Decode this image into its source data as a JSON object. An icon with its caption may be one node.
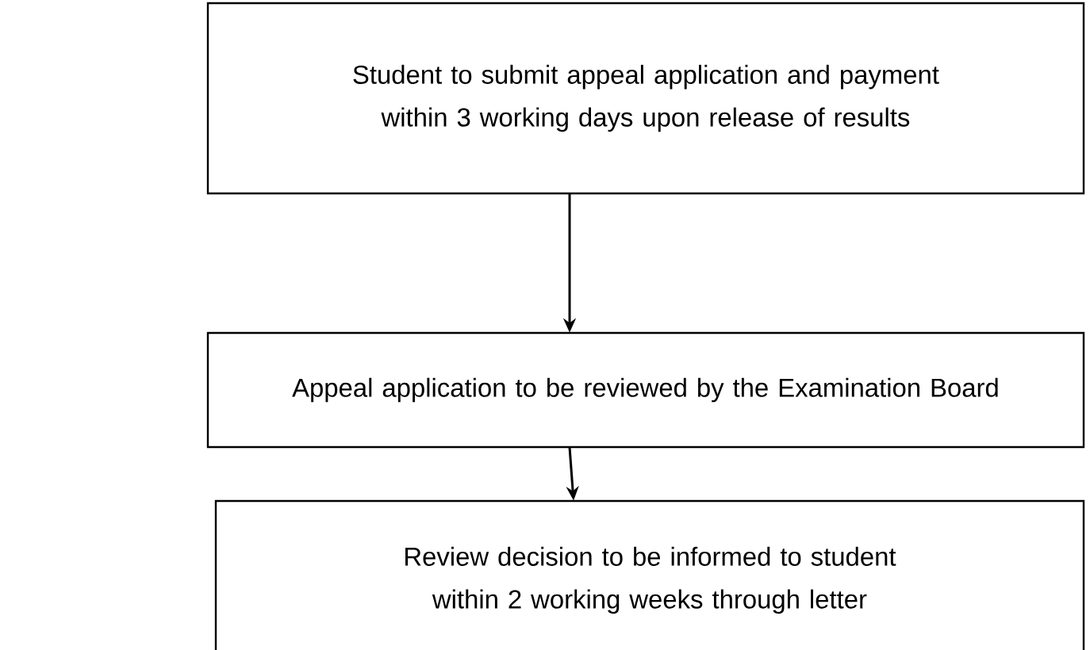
{
  "diagram": {
    "nodes": [
      {
        "text": [
          "Student to submit appeal application and payment within 3 working days upon release of results"
        ]
      },
      {
        "text": [
          "Appeal application to be reviewed by the Examination Board"
        ]
      },
      {
        "text": [
          "Review decision to be informed to student within 2 working weeks through letter"
        ]
      }
    ],
    "edges": [
      {
        "from": 0,
        "to": 1,
        "arrow": "to"
      },
      {
        "from": 1,
        "to": 2,
        "arrow": "to"
      }
    ]
  }
}
